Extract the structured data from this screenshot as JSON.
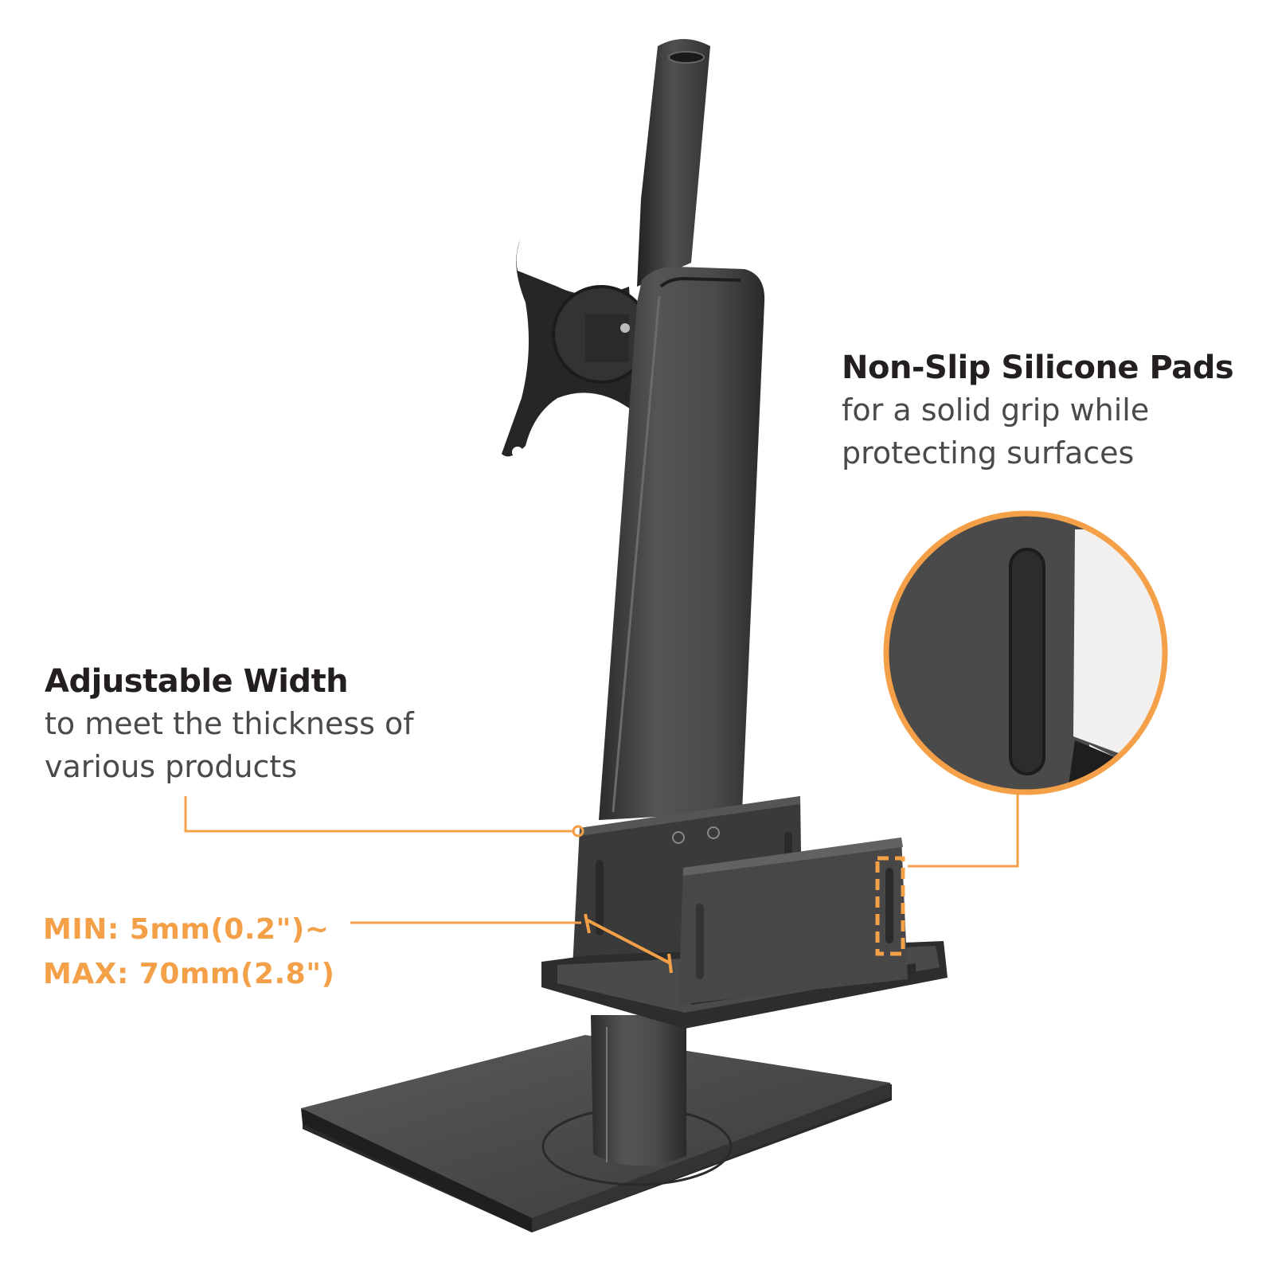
{
  "colors": {
    "accent": "#f4a048",
    "title_text": "#231f20",
    "body_text": "#4a4a4a",
    "product_dark": "#3a3a3a",
    "product_mid": "#4d4d4d",
    "background": "#ffffff"
  },
  "product": {
    "type": "monitor stand with CPU holder",
    "parts": [
      "vesa-mount-plate",
      "upper-arm",
      "vertical-column",
      "cpu-holder-back-plate",
      "cpu-holder-front-plate",
      "holder-tray",
      "base-pole",
      "square-base"
    ]
  },
  "callouts": {
    "pads": {
      "title": "Non-Slip Silicone Pads",
      "lines": [
        "for a solid grip while",
        "protecting surfaces"
      ]
    },
    "width": {
      "title": "Adjustable Width",
      "lines": [
        "to meet the thickness of",
        "various products"
      ]
    },
    "range": {
      "min": "MIN: 5mm(0.2\")~",
      "max": "MAX: 70mm(2.8\")"
    }
  },
  "detail_zoom": {
    "label": "silicone-pad-closeup"
  }
}
